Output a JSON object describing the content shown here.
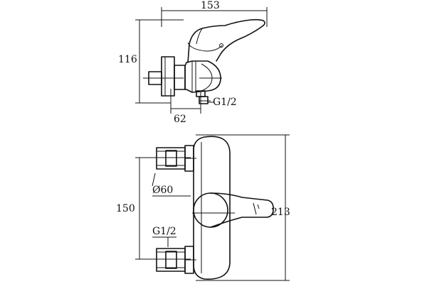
{
  "top_view": {
    "width_dim": "153",
    "height_dim": "116",
    "depth_dim": "62",
    "thread_label": "G1/2"
  },
  "front_view": {
    "height_dim": "213",
    "spacing_dim": "150",
    "diameter_label": "Ø60",
    "thread_label": "G1/2"
  },
  "colors": {
    "line": "#111111",
    "background": "#ffffff"
  }
}
